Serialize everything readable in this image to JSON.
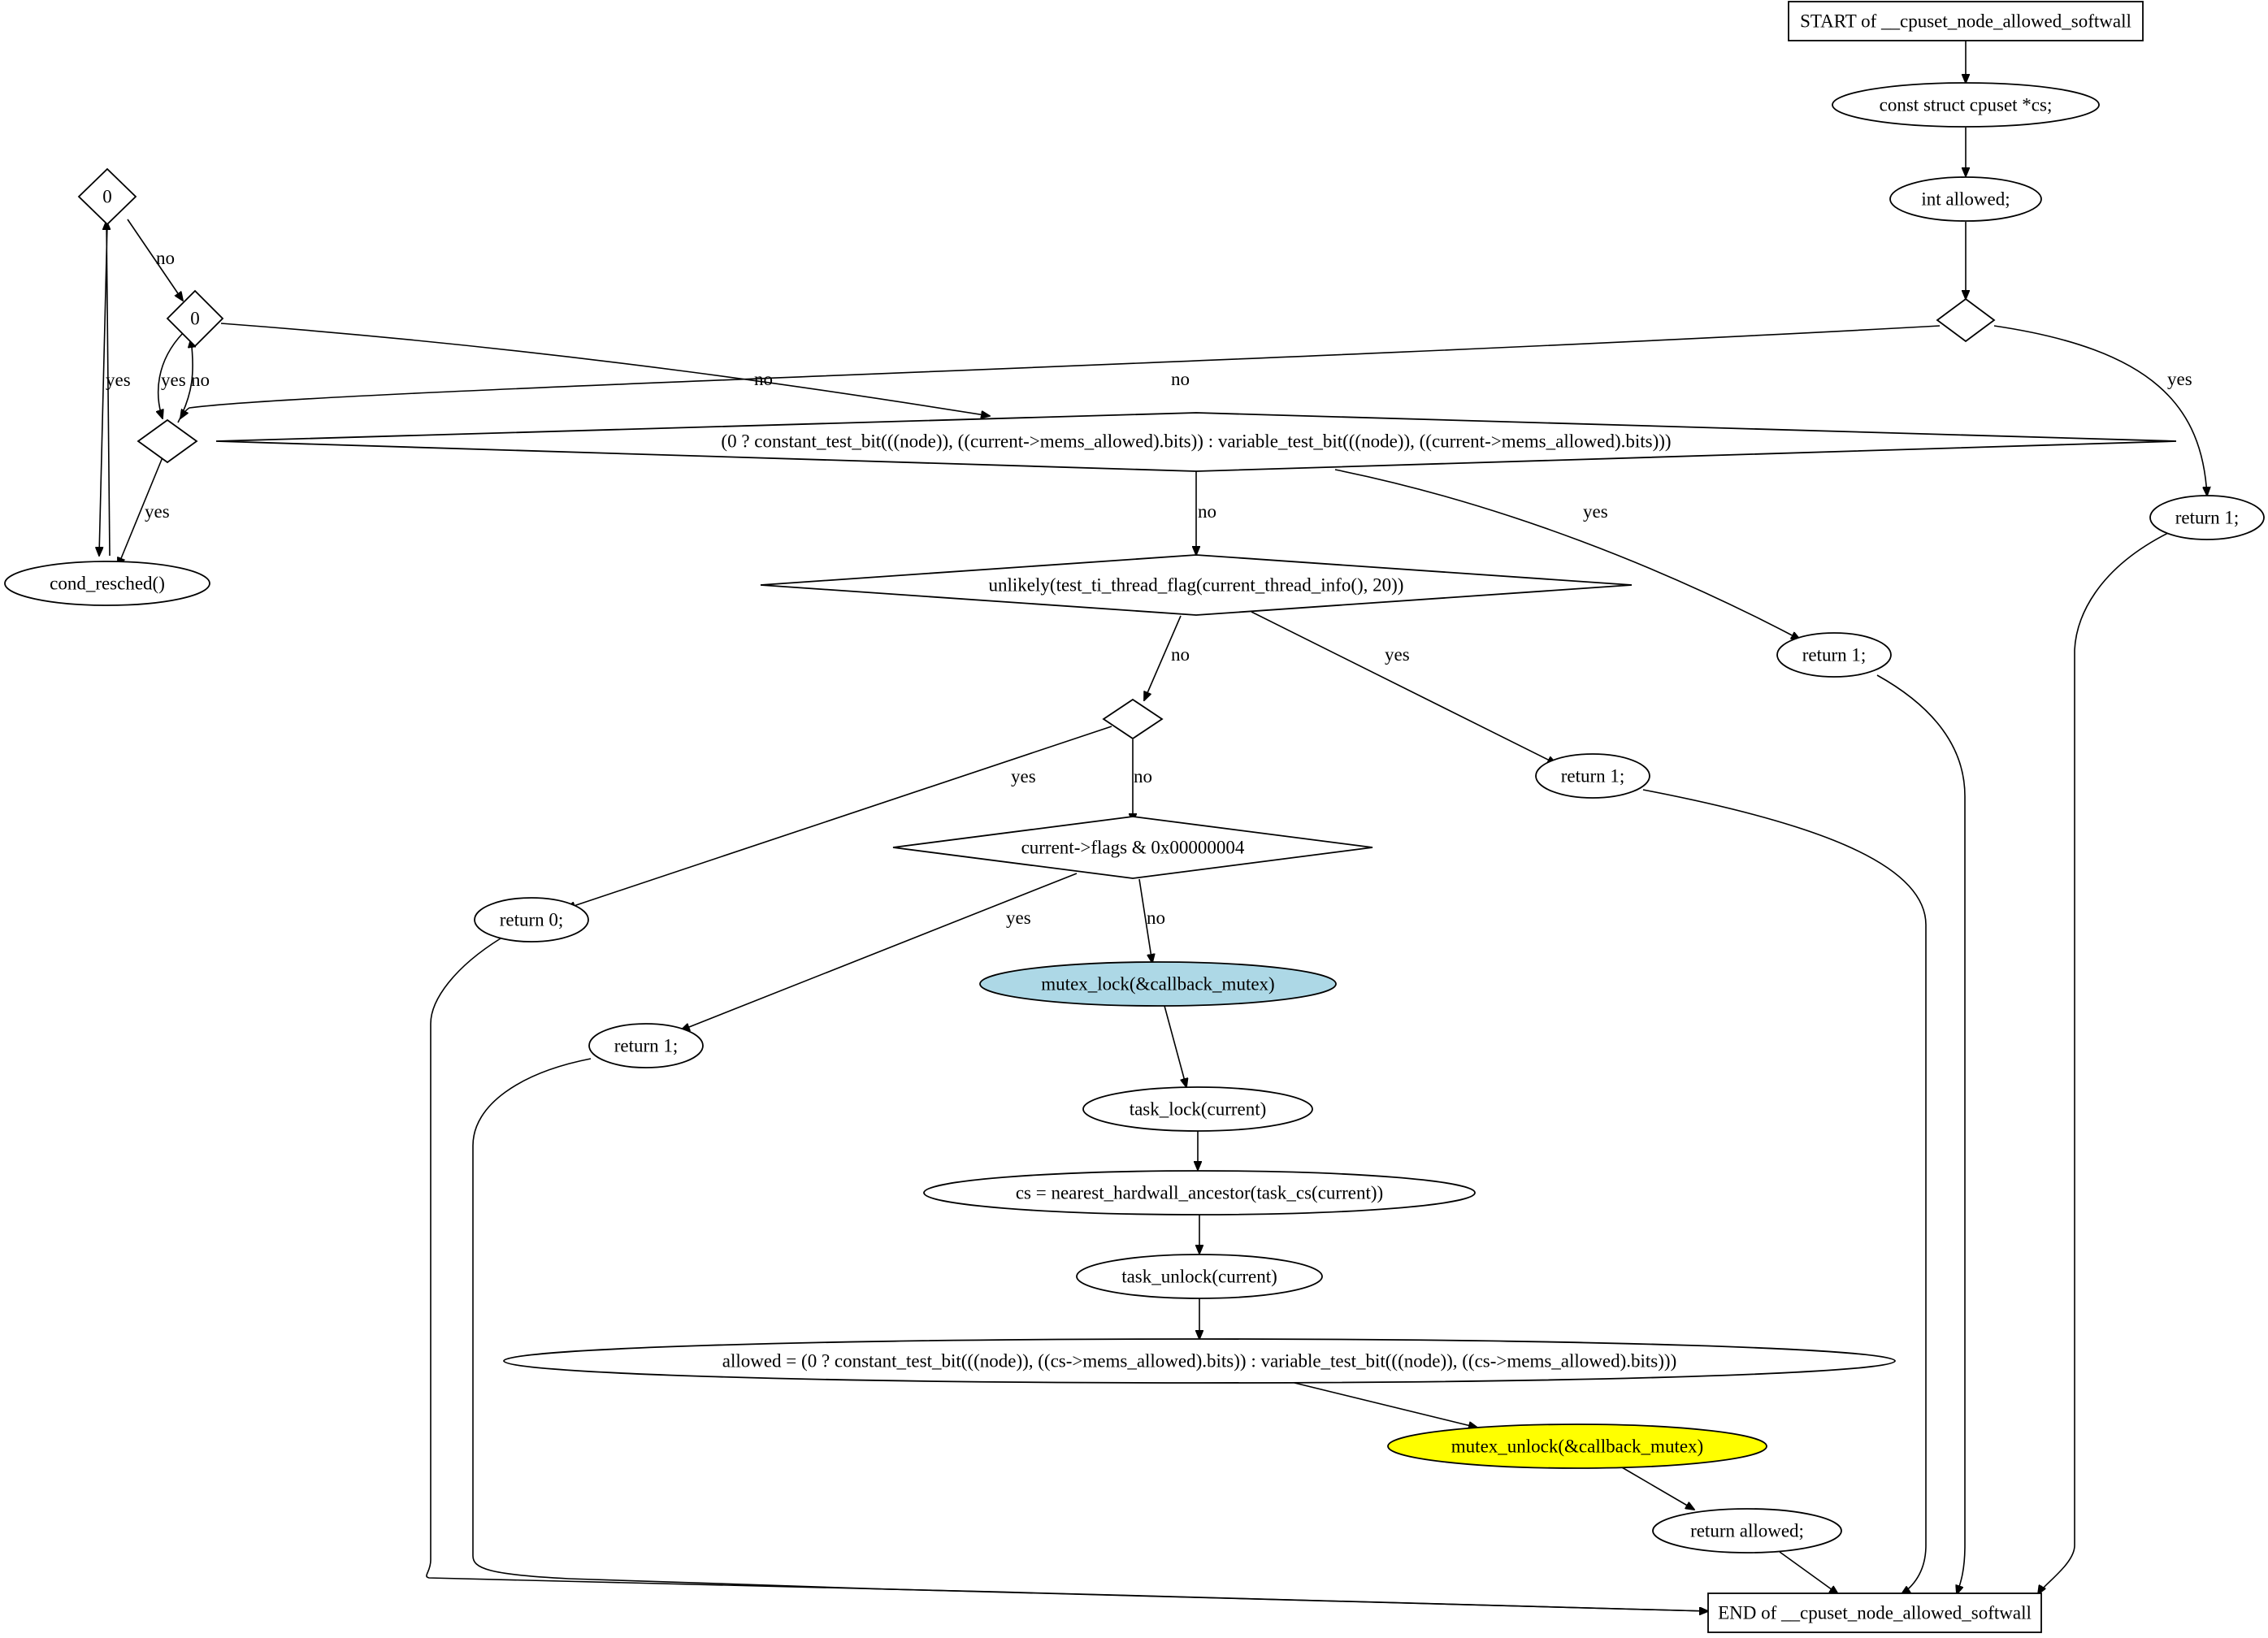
{
  "colors": {
    "mutex_lock_fill": "#add8e6",
    "mutex_unlock_fill": "#ffff00"
  },
  "nodes": {
    "start": "START of __cpuset_node_allowed_softwall",
    "decl_cs": "const struct cpuset *cs;",
    "decl_allowed": "int allowed;",
    "top_loop_cond": "0",
    "inner_loop_cond": "0",
    "cond_resched": "cond_resched()",
    "test_bit": "(0 ? constant_test_bit(((node)), ((current->mems_allowed).bits)) : variable_test_bit(((node)), ((current->mems_allowed).bits)))",
    "unlikely_flag": "unlikely(test_ti_thread_flag(current_thread_info(), 20))",
    "flags_check": "current->flags & 0x00000004",
    "return_1_a": "return 1;",
    "return_1_b": "return 1;",
    "return_1_c": "return 1;",
    "return_1_d": "return 1;",
    "return_0": "return 0;",
    "mutex_lock": "mutex_lock(&callback_mutex)",
    "task_lock": "task_lock(current)",
    "nearest_hardwall": "cs = nearest_hardwall_ancestor(task_cs(current))",
    "task_unlock": "task_unlock(current)",
    "allowed_assign": "allowed = (0 ? constant_test_bit(((node)), ((cs->mems_allowed).bits)) : variable_test_bit(((node)), ((cs->mems_allowed).bits)))",
    "mutex_unlock": "mutex_unlock(&callback_mutex)",
    "return_allowed": "return allowed;",
    "end": "END of __cpuset_node_allowed_softwall"
  },
  "edge_labels": {
    "top_loop_no": "no",
    "top_loop_yes": "yes",
    "inner_loop_yes": "yes",
    "inner_loop_no": "no",
    "inner_to_test_no": "no",
    "small_diamond_yes": "yes",
    "first_check_no": "no",
    "first_check_yes": "yes",
    "test_bit_no": "no",
    "test_bit_yes": "yes",
    "unlikely_no": "no",
    "unlikely_yes": "yes",
    "small2_yes": "yes",
    "small2_no": "no",
    "flags_yes": "yes",
    "flags_no": "no"
  }
}
